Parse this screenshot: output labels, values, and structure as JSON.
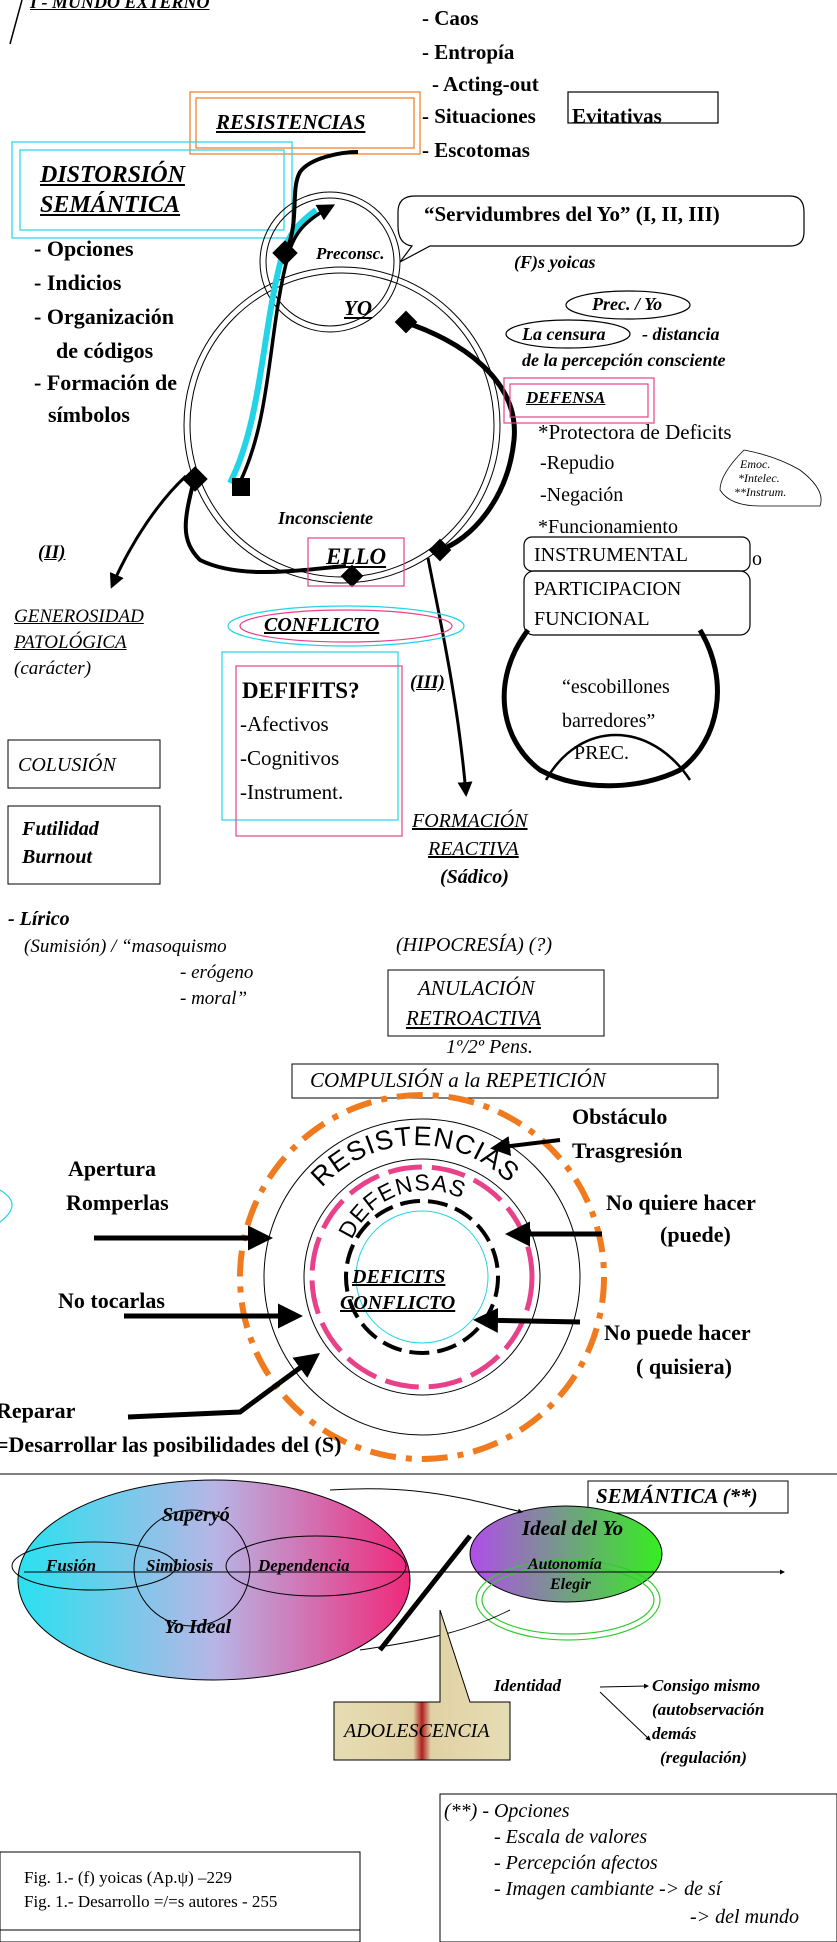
{
  "top": {
    "mundo_externo": "I - MUNDO EXTERNO",
    "list": [
      "- Caos",
      "- Entropía",
      "- Acting-out",
      "- Situaciones",
      "- Escotomas"
    ],
    "evitativas": "Evitativas",
    "resistencias": "RESISTENCIAS"
  },
  "left": {
    "distorsion_1": "DISTORSIÓN",
    "distorsion_2": "SEMÁNTICA",
    "items": [
      "- Opciones",
      "- Indicios",
      "- Organización",
      "de códigos",
      "- Formación de",
      "símbolos"
    ],
    "ii": "(II)",
    "generosidad_1": "GENEROSIDAD",
    "generosidad_2": "PATOLÓGICA",
    "caracter": "(carácter)",
    "colusion": "COLUSIÓN",
    "futilidad": "Futilidad",
    "burnout": "Burnout",
    "lirico": "- Lírico",
    "sumision": "(Sumisión) / “masoquismo",
    "erogeno": "- erógeno",
    "moral": "- moral”"
  },
  "center": {
    "servidumbres": "“Servidumbres del Yo” (I, II, III)",
    "preconsc": "Preconsc.",
    "fs_yoicas": "(F)s yoicas",
    "yo": "YO",
    "inconsciente": "Inconsciente",
    "ello": "ELLO",
    "conflicto": "CONFLICTO",
    "defifits": "DEFIFITS?",
    "def_items": [
      "-Afectivos",
      "-Cognitivos",
      "-Instrument."
    ],
    "iii": "(III)",
    "formacion_1": "FORMACIÓN",
    "formacion_2": "REACTIVA",
    "sadico": "(Sádico)"
  },
  "right": {
    "prec_yo": "Prec. / Yo",
    "la_censura": "La censura",
    "distancia": "- distancia",
    "percepcion": "de la percepción consciente",
    "defensa": "DEFENSA",
    "protectora": "*Protectora de Deficits",
    "repudio": "-Repudio",
    "negacion": "-Negación",
    "funcionamiento": "*Funcionamiento",
    "instrumental": "INSTRUMENTAL",
    "o": "o",
    "participacion_1": "PARTICIPACION",
    "participacion_2": "FUNCIONAL",
    "emoc": "Emoc.",
    "intelec": "*Intelec.",
    "instrum": "**Instrum.",
    "escobillones_1": "“escobillones",
    "escobillones_2": "barredores”",
    "prec": "PREC."
  },
  "middle": {
    "hipocresia": "(HIPOCRESÍA) (?)",
    "anulacion_1": "ANULACIÓN",
    "anulacion_2": "RETROACTIVA",
    "pens": "1º/2º Pens.",
    "compulsion": "COMPULSIÓN a la REPETICIÓN"
  },
  "circles": {
    "resistencias": "RESISTENCIAS",
    "defensas": "DEFENSAS",
    "deficits": "DEFICITS",
    "conflicto": "CONFLICTO",
    "obstaculo": "Obstáculo",
    "trasgresion": "Trasgresión",
    "apertura": "Apertura",
    "romperlas": "Romperlas",
    "no_quiere_1": "No quiere hacer",
    "no_quiere_2": "(puede)",
    "no_tocarlas": "No tocarlas",
    "no_puede_1": "No puede hacer",
    "no_puede_2": "( quisiera)",
    "reparar": "Reparar",
    "desarrollar": "=Desarrollar las posibilidades del (S)"
  },
  "bottom": {
    "semantica": "SEMÁNTICA (**)",
    "superyo": "Superyó",
    "fusion": "Fusión",
    "simbiosis": "Simbiosis",
    "dependencia": "Dependencia",
    "yo_ideal": "Yo Ideal",
    "ideal_del_yo": "Ideal del Yo",
    "autonomia": "Autonomía",
    "elegir": "Elegir",
    "identidad": "Identidad",
    "consigo": "Consigo mismo",
    "autobs": "(autobservación",
    "demas": "demás",
    "regulacion": "(regulación)",
    "adolescencia": "ADOLESCENCIA"
  },
  "notes": {
    "opciones": "(**) - Opciones",
    "escala": "- Escala de valores",
    "percepcion": "- Percepción afectos",
    "imagen": "- Imagen cambiante -> de sí",
    "mundo": "-> del mundo",
    "fig1": "Fig. 1.- (f) yoicas (Ap.ψ) –229",
    "fig2": "Fig. 1.- Desarrollo =/=s autores - 255"
  },
  "colors": {
    "cyan": "#22d4e6",
    "orange": "#f07a1e",
    "magenta": "#e8418a",
    "green": "#33cc33",
    "purple": "#a84ee0"
  }
}
